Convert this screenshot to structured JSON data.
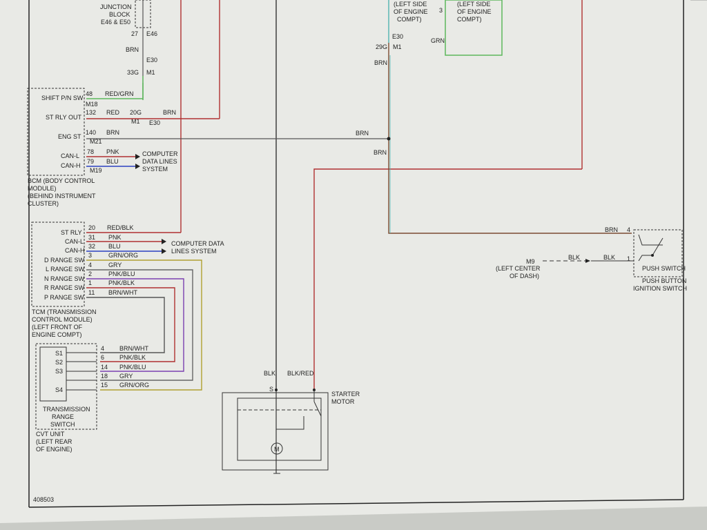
{
  "colors": {
    "paper": "#e9eae6",
    "ink": "#333333",
    "red": "#b03030",
    "blue": "#2a3fc0",
    "green": "#5cb85c",
    "cyan": "#4fb3b0",
    "purple": "#7a3fb0",
    "olive": "#b0a030",
    "gray": "#666666",
    "brown": "#7a4a30"
  },
  "top": {
    "junction_block": {
      "line1": "JUNCTION",
      "line2": "BLOCK",
      "line3": "E46 & E50"
    },
    "pin_27": "27",
    "conn_e46": "E46",
    "wire_brn": "BRN",
    "conn_e30": "E30",
    "pin_33g": "33G",
    "conn_m1": "M1",
    "left_side_1": {
      "line1": "(LEFT SIDE",
      "line2": "OF ENGINE",
      "line3": "COMPT)"
    },
    "pin_3": "3",
    "left_side_2": {
      "line1": "(LEFT SIDE",
      "line2": "OF ENGINE",
      "line3": "COMPT)"
    },
    "conn_e30_b": "E30",
    "pin_29g": "29G",
    "conn_m1_b": "M1",
    "wire_grn": "GRN",
    "wire_brn_b": "BRN"
  },
  "bcm": {
    "pins": [
      {
        "label": "SHIFT P/N SW",
        "pin": "48",
        "wire": "RED/GRN",
        "conn": "M18"
      },
      {
        "label": "ST RLY OUT",
        "pin": "132",
        "wire": "RED",
        "conn": ""
      },
      {
        "label": "ENG ST",
        "pin": "140",
        "wire": "BRN",
        "conn": "M21"
      },
      {
        "label": "CAN-L",
        "pin": "78",
        "wire": "PNK",
        "conn": ""
      },
      {
        "label": "CAN-H",
        "pin": "79",
        "wire": "BLU",
        "conn": "M19"
      }
    ],
    "pin_20g": "20G",
    "conn_m1": "M1",
    "conn_e30": "E30",
    "wire_brn": "BRN",
    "data_lines": {
      "line1": "COMPUTER",
      "line2": "DATA LINES",
      "line3": "SYSTEM"
    },
    "caption": {
      "line1": "BCM (BODY CONTROL",
      "line2": "MODULE)",
      "line3": "(BEHIND INSTRUMENT",
      "line4": "CLUSTER)"
    }
  },
  "splice": {
    "wire_in": "BRN",
    "wire_out": "BRN"
  },
  "tcm": {
    "pins": [
      {
        "label": "ST RLY",
        "pin": "20",
        "wire": "RED/BLK"
      },
      {
        "label": "CAN-L",
        "pin": "31",
        "wire": "PNK"
      },
      {
        "label": "CAN-H",
        "pin": "32",
        "wire": "BLU"
      },
      {
        "label": "D RANGE SW",
        "pin": "3",
        "wire": "GRN/ORG"
      },
      {
        "label": "L RANGE SW",
        "pin": "4",
        "wire": "GRY"
      },
      {
        "label": "N RANGE SW",
        "pin": "2",
        "wire": "PNK/BLU"
      },
      {
        "label": "R RANGE SW",
        "pin": "1",
        "wire": "PNK/BLK"
      },
      {
        "label": "P RANGE SW",
        "pin": "11",
        "wire": "BRN/WHT"
      }
    ],
    "data_lines": {
      "line1": "COMPUTER DATA",
      "line2": "LINES SYSTEM"
    },
    "caption": {
      "line1": "TCM (TRANSMISSION",
      "line2": "CONTROL MODULE)",
      "line3": "(LEFT FRONT OF",
      "line4": "ENGINE COMPT)"
    }
  },
  "cvt": {
    "switches": [
      "S1",
      "S2",
      "S3",
      "S4"
    ],
    "pins": [
      {
        "pin": "4",
        "wire": "BRN/WHT"
      },
      {
        "pin": "6",
        "wire": "PNK/BLK"
      },
      {
        "pin": "14",
        "wire": "PNK/BLU"
      },
      {
        "pin": "18",
        "wire": "GRY"
      },
      {
        "pin": "15",
        "wire": "GRN/ORG"
      }
    ],
    "title": {
      "line1": "TRANSMISSION",
      "line2": "RANGE",
      "line3": "SWITCH"
    },
    "caption": {
      "line1": "CVT UNIT",
      "line2": "(LEFT REAR",
      "line3": "OF ENGINE)"
    }
  },
  "starter": {
    "wire_blk": "BLK",
    "wire_blkred": "BLK/RED",
    "term_s": "S",
    "title": {
      "line1": "STARTER",
      "line2": "MOTOR"
    },
    "motor_symbol": "M"
  },
  "push_switch": {
    "pin_4": "4",
    "pin_1": "1",
    "wire_brn": "BRN",
    "wire_blk": "BLK",
    "wire_blk_b": "BLK",
    "ground_conn": "M9",
    "ground_loc": {
      "line1": "(LEFT CENTER",
      "line2": "OF DASH)"
    },
    "label": "PUSH SWITCH",
    "title": {
      "line1": "PUSH BUTTON",
      "line2": "IGNITION SWITCH"
    }
  },
  "figure_id": "408503"
}
